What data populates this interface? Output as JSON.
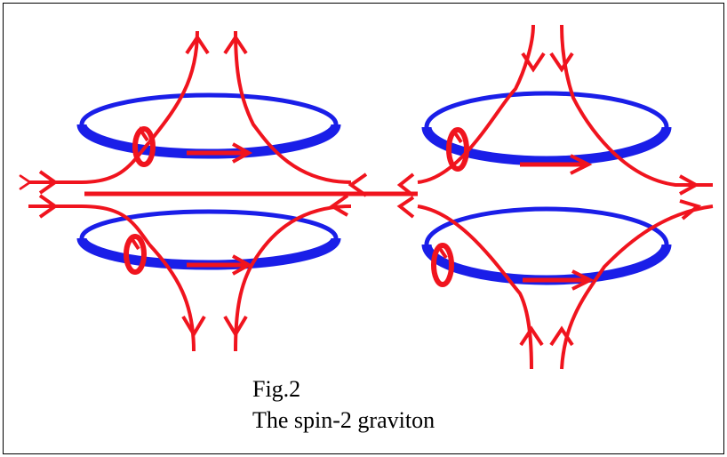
{
  "caption": {
    "figure_number": "Fig.2",
    "title": "The spin-2 graviton"
  },
  "colors": {
    "background": "#ffffff",
    "frame": "#000000",
    "loop": "#1a1ee8",
    "field_line": "#f0141e",
    "text": "#000000"
  },
  "diagram": {
    "left_pair": {
      "loops": [
        "upper-loop",
        "lower-loop"
      ],
      "field_lines": "inward-horizontal, outward-vertical"
    },
    "right_pair": {
      "loops": [
        "upper-loop",
        "lower-loop"
      ],
      "field_lines": "inward-vertical, outward-horizontal"
    }
  }
}
